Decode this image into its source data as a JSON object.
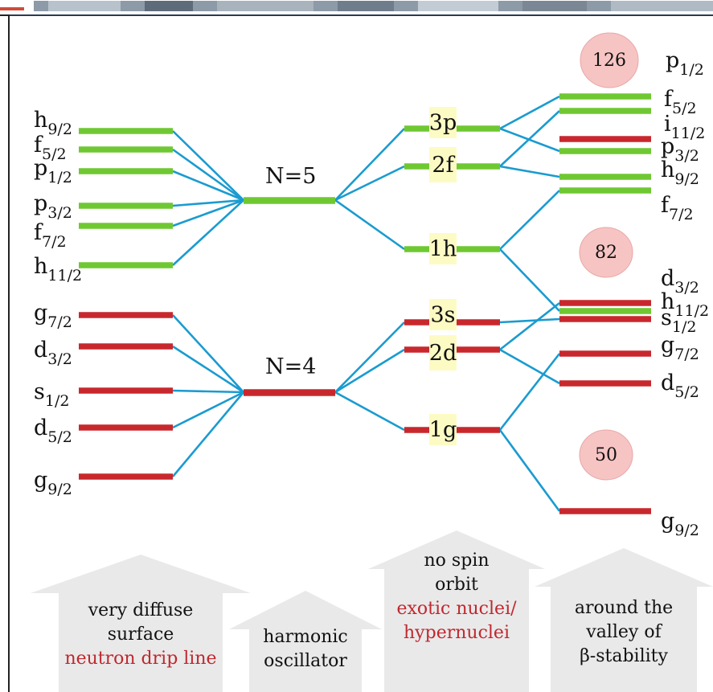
{
  "colors": {
    "green": "#6fc832",
    "red": "#c8282d",
    "blue": "#1a9bd0",
    "box": "#fdfbc4",
    "circle": "#f7c4c4",
    "arrow": "#e9e9ea"
  },
  "left_levels": [
    {
      "l": "h",
      "j": "9/2",
      "color": "green"
    },
    {
      "l": "f",
      "j": "5/2",
      "color": "green"
    },
    {
      "l": "p",
      "j": "1/2",
      "color": "green"
    },
    {
      "l": "p",
      "j": "3/2",
      "color": "green"
    },
    {
      "l": "f",
      "j": "7/2",
      "color": "green"
    },
    {
      "l": "h",
      "j": "11/2",
      "color": "green"
    },
    {
      "l": "g",
      "j": "7/2",
      "color": "red"
    },
    {
      "l": "d",
      "j": "3/2",
      "color": "red"
    },
    {
      "l": "s",
      "j": "1/2",
      "color": "red"
    },
    {
      "l": "d",
      "j": "5/2",
      "color": "red"
    },
    {
      "l": "g",
      "j": "9/2",
      "color": "red"
    }
  ],
  "shells": [
    {
      "label": "N=5",
      "color": "green"
    },
    {
      "label": "N=4",
      "color": "red"
    }
  ],
  "ho_levels": [
    {
      "label": "3p",
      "color": "green"
    },
    {
      "label": "2f",
      "color": "green"
    },
    {
      "label": "1h",
      "color": "green"
    },
    {
      "label": "3s",
      "color": "red"
    },
    {
      "label": "2d",
      "color": "red"
    },
    {
      "label": "1g",
      "color": "red"
    }
  ],
  "right_labels": [
    {
      "l": "p",
      "j": "1/2"
    },
    {
      "l": "f",
      "j": "5/2"
    },
    {
      "l": "i",
      "j": "11/2"
    },
    {
      "l": "p",
      "j": "3/2"
    },
    {
      "l": "h",
      "j": "9/2"
    },
    {
      "l": "f",
      "j": "7/2"
    },
    {
      "l": "d",
      "j": "3/2"
    },
    {
      "l": "h",
      "j": "11/2"
    },
    {
      "l": "s",
      "j": "1/2"
    },
    {
      "l": "g",
      "j": "7/2"
    },
    {
      "l": "d",
      "j": "5/2"
    },
    {
      "l": "g",
      "j": "9/2"
    }
  ],
  "magic_numbers": [
    "126",
    "82",
    "50"
  ],
  "arrows": [
    {
      "lines": [
        "very diffuse",
        "surface"
      ],
      "red": [
        "neutron drip line"
      ]
    },
    {
      "lines": [
        "harmonic",
        "oscillator"
      ],
      "red": []
    },
    {
      "lines": [
        "no spin",
        "orbit"
      ],
      "red": [
        "exotic nuclei/",
        "hypernuclei"
      ]
    },
    {
      "lines": [
        "around the",
        "valley of",
        "β-stability"
      ],
      "red": []
    }
  ]
}
